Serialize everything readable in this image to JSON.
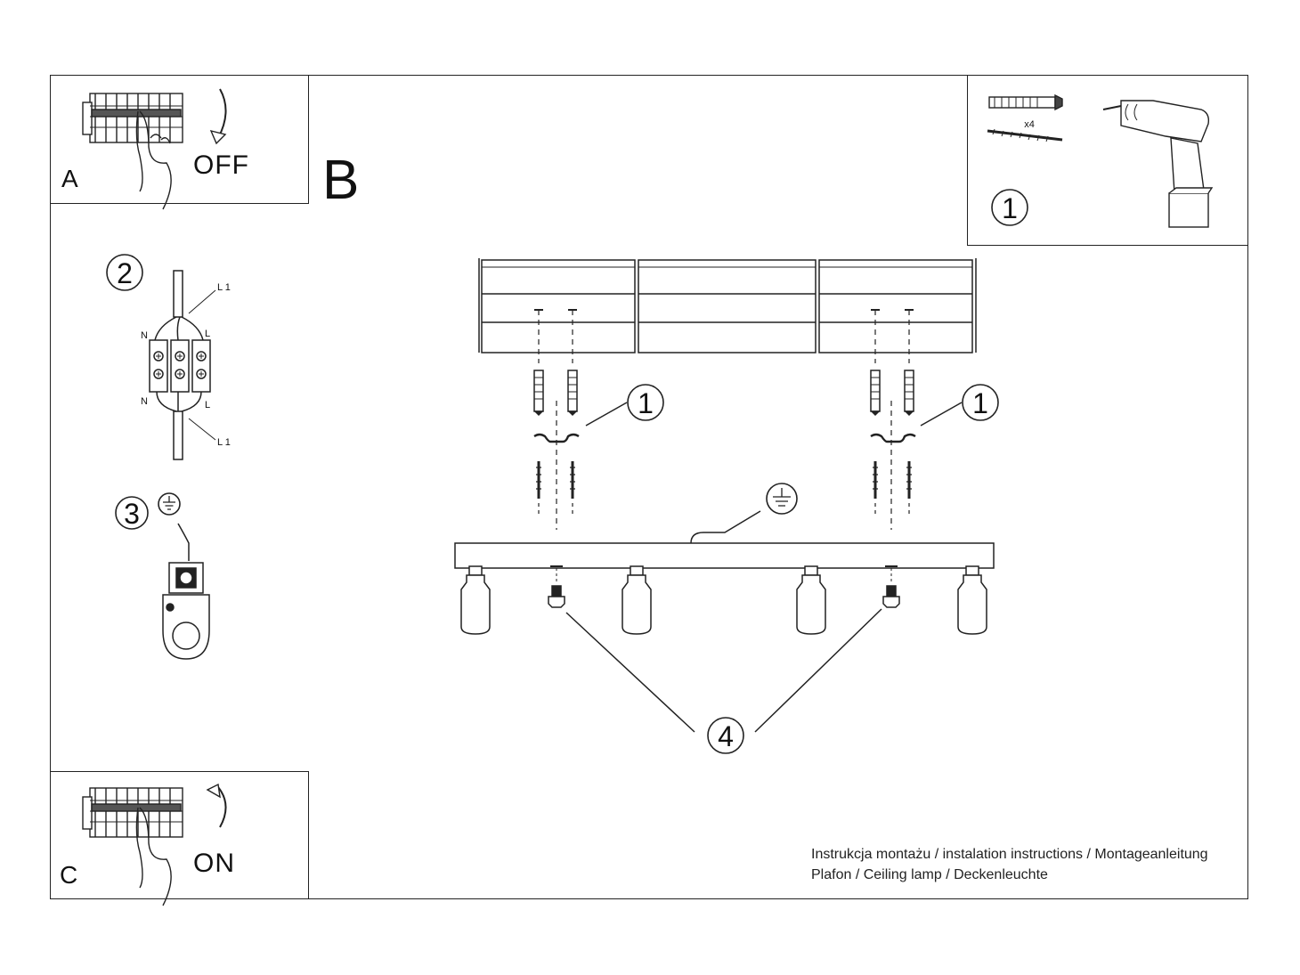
{
  "panels": {
    "a": {
      "letter": "A",
      "state": "OFF"
    },
    "b": {
      "letter": "B"
    },
    "c": {
      "letter": "C",
      "state": "ON"
    }
  },
  "steps": {
    "one": "1",
    "two": "2",
    "three": "3",
    "four": "4"
  },
  "parts": {
    "quantity": "x4"
  },
  "wiring": {
    "n_label": "N",
    "l_label": "L",
    "l1_label": "L 1"
  },
  "footer": {
    "line1": "Instrukcja montażu / instalation instructions / Montageanleitung",
    "line2": "Plafon / Ceiling lamp / Deckenleuchte"
  }
}
